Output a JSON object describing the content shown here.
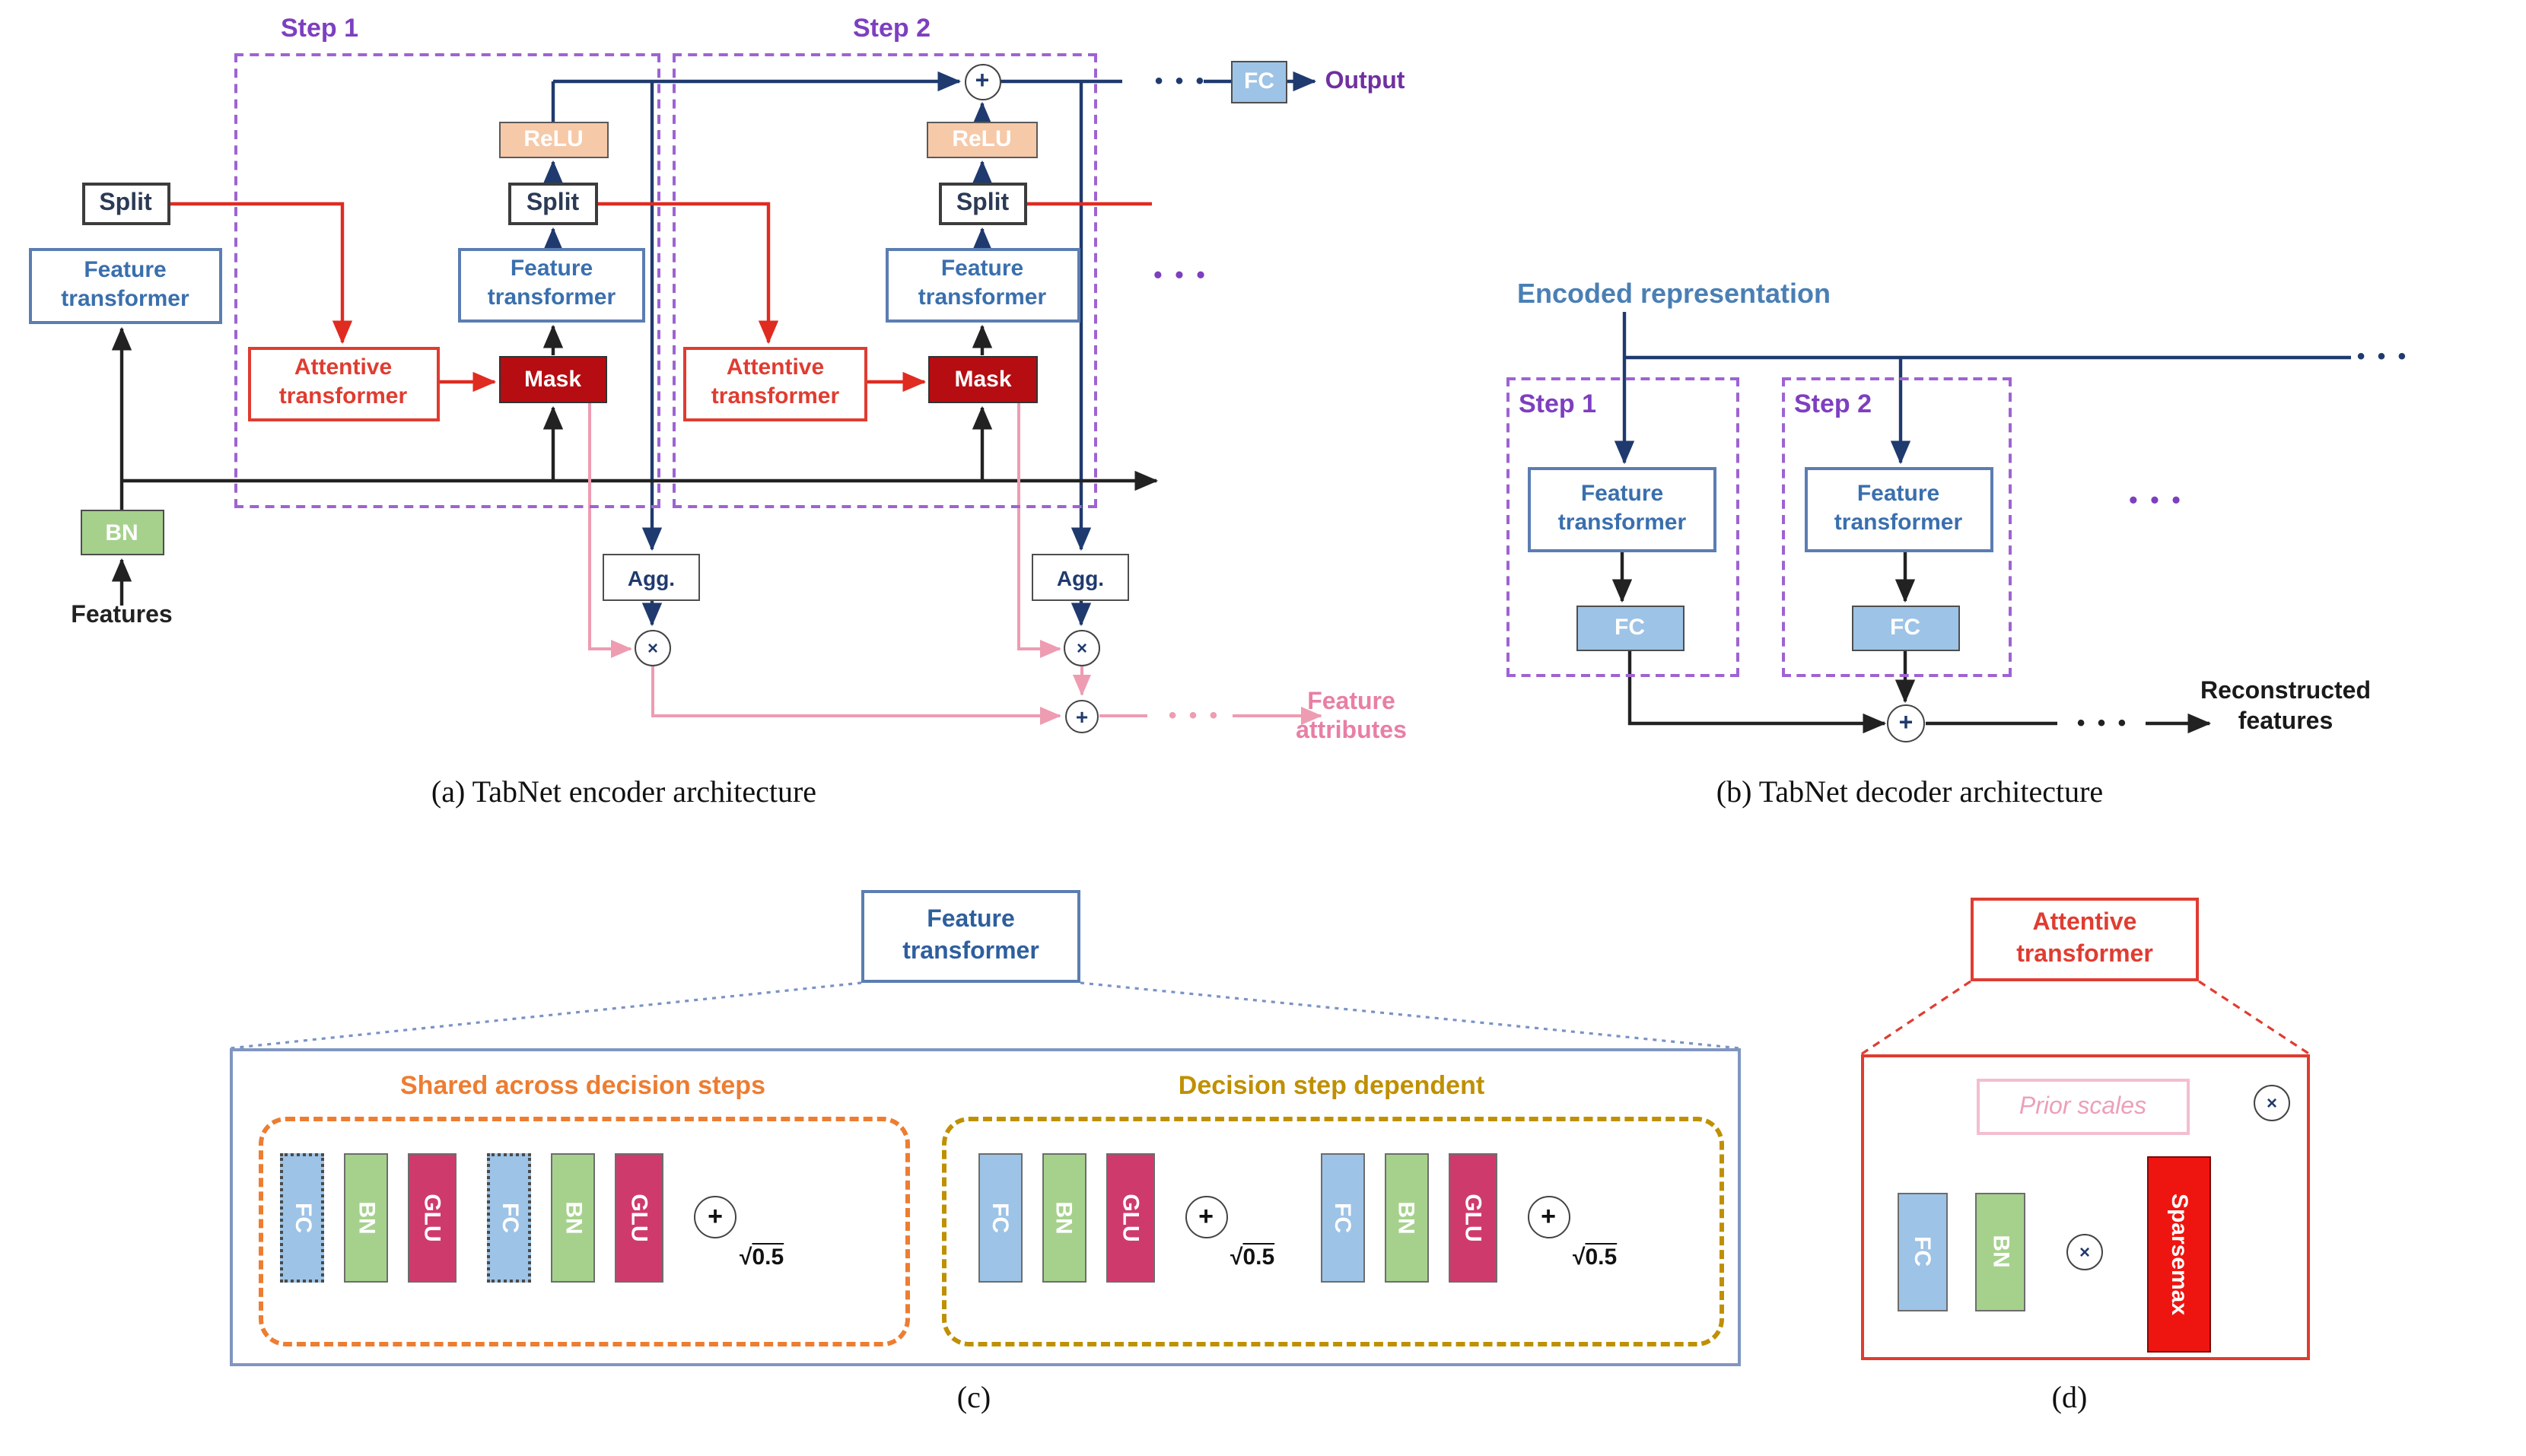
{
  "labels": {
    "feature_transformer": "Feature transformer",
    "attentive_transformer": "Attentive transformer",
    "split": "Split",
    "relu": "ReLU",
    "mask": "Mask",
    "bn": "BN",
    "fc": "FC",
    "glu": "GLU",
    "agg": "Agg.",
    "sparsemax": "Sparsemax",
    "prior_scales": "Prior scales",
    "step1": "Step 1",
    "step2": "Step 2",
    "plus": "+",
    "times": "×",
    "sqrt": "√",
    "half": "0.5",
    "dots": "• • •"
  },
  "encoder": {
    "features_label": "Features",
    "output_label": "Output",
    "feature_attributes_label": "Feature attributes",
    "caption": "(a) TabNet encoder architecture"
  },
  "decoder": {
    "encoded_representation_label": "Encoded representation",
    "reconstructed_features_label": "Reconstructed features",
    "caption": "(b) TabNet decoder architecture"
  },
  "feature_transformer_detail": {
    "shared_label": "Shared across decision steps",
    "dependent_label": "Decision step dependent",
    "caption": "(c)"
  },
  "attentive_transformer_detail": {
    "caption": "(d)"
  },
  "colors": {
    "navy": "#1f3a6e",
    "red": "#e02b20",
    "pink": "#ee9cb2",
    "purple": "#7d3fc0",
    "orange": "#ed7d31",
    "olive": "#bf9000",
    "glu_pink": "#cf3a6d",
    "light_blue": "#9dc3e6",
    "green": "#a6d18c",
    "peach": "#f6c9a8",
    "mask_red": "#b50d12",
    "sparsemax_red": "#ee1511",
    "steel_blue": "#4a7fb5",
    "output_purple": "#7030a0"
  }
}
